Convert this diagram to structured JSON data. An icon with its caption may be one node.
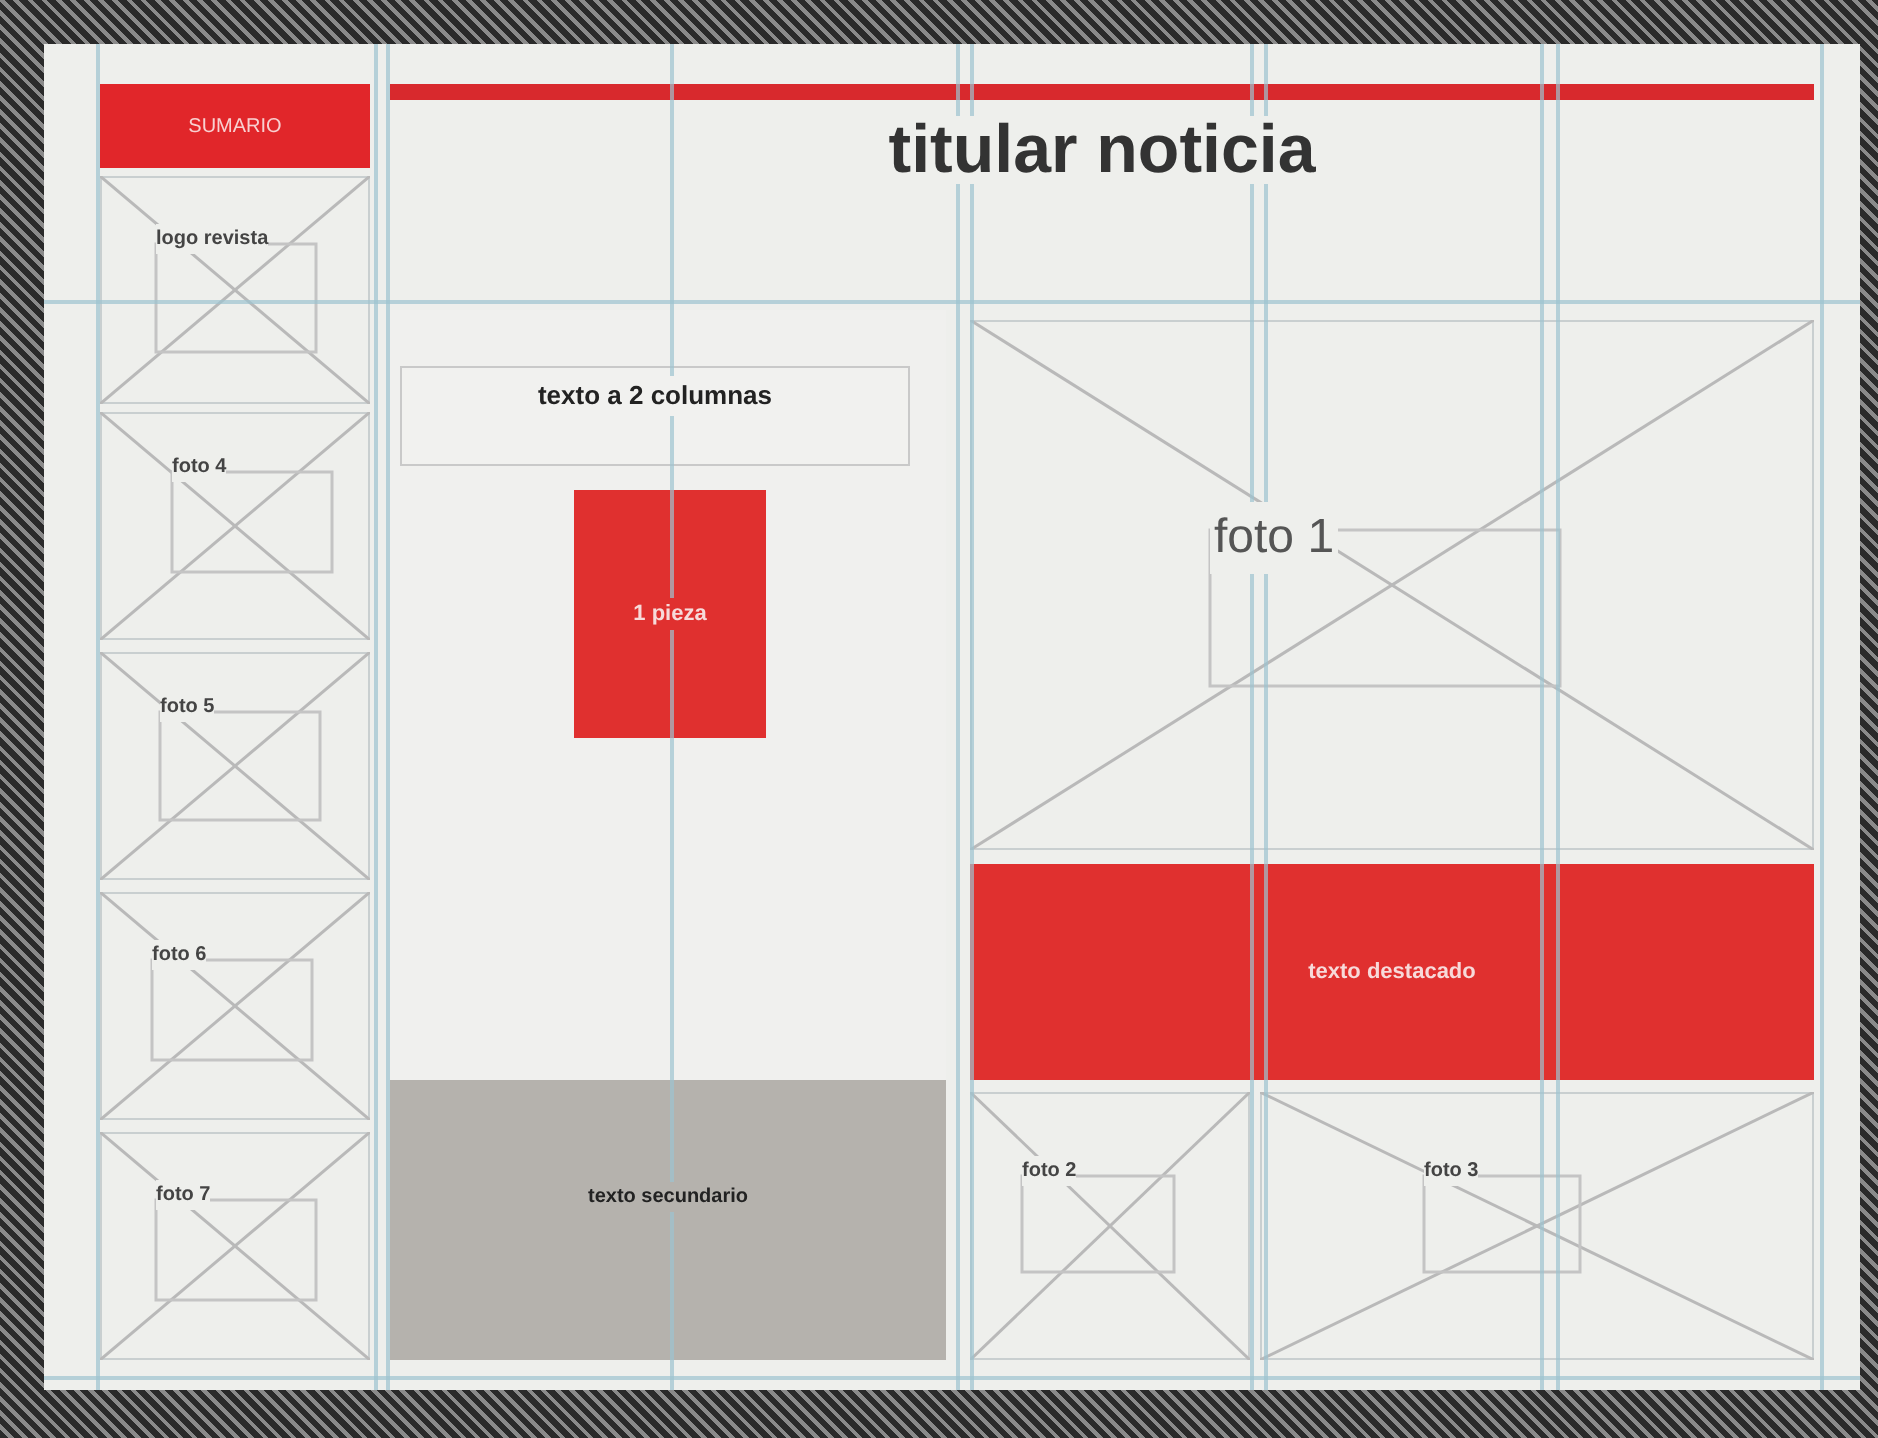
{
  "diagram": {
    "nodes": [
      {
        "text": [
          "SUMARIO"
        ]
      },
      {
        "text": [
          "logo revista"
        ]
      },
      {
        "text": [
          "foto 4"
        ]
      },
      {
        "text": [
          "foto 5"
        ]
      },
      {
        "text": [
          "foto 6"
        ]
      },
      {
        "text": [
          "foto 7"
        ]
      },
      {
        "text": [
          "titular noticia"
        ]
      },
      {
        "text": [
          "texto a 2 columnas"
        ]
      },
      {
        "text": [
          "1 pieza"
        ]
      },
      {
        "text": [
          "texto secundario"
        ]
      },
      {
        "text": [
          "foto 1"
        ]
      },
      {
        "text": [
          "texto destacado"
        ]
      },
      {
        "text": [
          "foto 2"
        ]
      },
      {
        "text": [
          "foto 3"
        ]
      }
    ],
    "edges": []
  }
}
